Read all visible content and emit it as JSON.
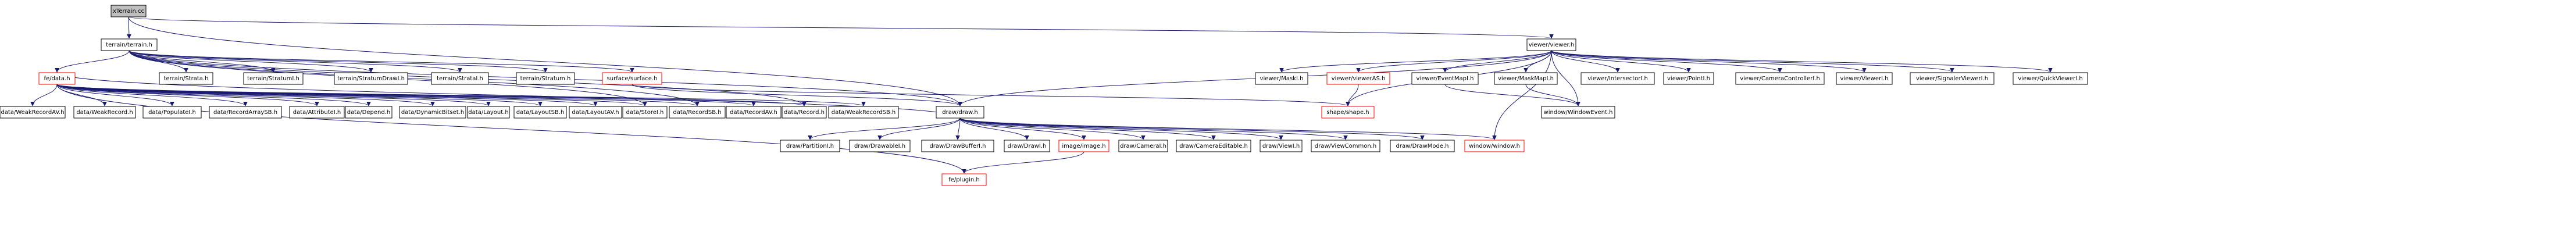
{
  "graph": {
    "type": "include-dependency-graph",
    "colors": {
      "edge": "#191970",
      "current_fill": "#bfbfbf",
      "node_fill": "#ffffff",
      "node_border": "#000000",
      "truncated_border": "#ff0000"
    },
    "nodes": [
      {
        "id": "xTerrain",
        "label": "xTerrain.cc",
        "current": true
      },
      {
        "id": "terrain_h",
        "label": "terrain/terrain.h"
      },
      {
        "id": "viewer_h",
        "label": "viewer/viewer.h"
      },
      {
        "id": "fe_data_h",
        "label": "fe/data.h",
        "truncated": true
      },
      {
        "id": "tStrata",
        "label": "terrain/Strata.h"
      },
      {
        "id": "tStratumI",
        "label": "terrain/StratumI.h"
      },
      {
        "id": "tStratumDrawI",
        "label": "terrain/StratumDrawI.h"
      },
      {
        "id": "tStrataI",
        "label": "terrain/StrataI.h"
      },
      {
        "id": "tStratum",
        "label": "terrain/Stratum.h"
      },
      {
        "id": "surface_h",
        "label": "surface/surface.h",
        "truncated": true
      },
      {
        "id": "vMaskI",
        "label": "viewer/MaskI.h"
      },
      {
        "id": "vViewerAS",
        "label": "viewer/viewerAS.h",
        "truncated": true
      },
      {
        "id": "vEventMapI",
        "label": "viewer/EventMapI.h"
      },
      {
        "id": "vMaskMapI",
        "label": "viewer/MaskMapI.h"
      },
      {
        "id": "vIntersectorI",
        "label": "viewer/IntersectorI.h"
      },
      {
        "id": "vPointI",
        "label": "viewer/PointI.h"
      },
      {
        "id": "vCameraControllerI",
        "label": "viewer/CameraControllerI.h"
      },
      {
        "id": "vViewerI",
        "label": "viewer/ViewerI.h"
      },
      {
        "id": "vSignalerViewerI",
        "label": "viewer/SignalerViewerI.h"
      },
      {
        "id": "vQuickViewerI",
        "label": "viewer/QuickViewerI.h"
      },
      {
        "id": "dWeakRecordAV",
        "label": "data/WeakRecordAV.h"
      },
      {
        "id": "dWeakRecord",
        "label": "data/WeakRecord.h"
      },
      {
        "id": "dPopulateI",
        "label": "data/PopulateI.h"
      },
      {
        "id": "dRecordArraySB",
        "label": "data/RecordArraySB.h"
      },
      {
        "id": "dAttributeI",
        "label": "data/AttributeI.h"
      },
      {
        "id": "dDepend",
        "label": "data/Depend.h"
      },
      {
        "id": "dDynamicBitset",
        "label": "data/DynamicBitset.h"
      },
      {
        "id": "dLayout",
        "label": "data/Layout.h"
      },
      {
        "id": "dLayoutSB",
        "label": "data/LayoutSB.h"
      },
      {
        "id": "dLayoutAV",
        "label": "data/LayoutAV.h"
      },
      {
        "id": "dStoreI",
        "label": "data/StoreI.h"
      },
      {
        "id": "dRecordSB",
        "label": "data/RecordSB.h"
      },
      {
        "id": "dRecordAV",
        "label": "data/RecordAV.h"
      },
      {
        "id": "dRecord",
        "label": "data/Record.h"
      },
      {
        "id": "dWeakRecordSB",
        "label": "data/WeakRecordSB.h"
      },
      {
        "id": "draw_h",
        "label": "draw/draw.h"
      },
      {
        "id": "shape_h",
        "label": "shape/shape.h",
        "truncated": true
      },
      {
        "id": "wWindowEvent",
        "label": "window/WindowEvent.h"
      },
      {
        "id": "window_h",
        "label": "window/window.h",
        "truncated": true
      },
      {
        "id": "drPartitionI",
        "label": "draw/PartitionI.h"
      },
      {
        "id": "drDrawableI",
        "label": "draw/DrawableI.h"
      },
      {
        "id": "drDrawBufferI",
        "label": "draw/DrawBufferI.h"
      },
      {
        "id": "drDrawI",
        "label": "draw/DrawI.h"
      },
      {
        "id": "image_h",
        "label": "image/image.h",
        "truncated": true
      },
      {
        "id": "drCameraI",
        "label": "draw/CameraI.h"
      },
      {
        "id": "drCameraEditable",
        "label": "draw/CameraEditable.h"
      },
      {
        "id": "drViewI",
        "label": "draw/ViewI.h"
      },
      {
        "id": "drViewCommon",
        "label": "draw/ViewCommon.h"
      },
      {
        "id": "drDrawMode",
        "label": "draw/DrawMode.h"
      },
      {
        "id": "fe_plugin_h",
        "label": "fe/plugin.h",
        "truncated": true
      }
    ],
    "edges": [
      [
        "xTerrain",
        "terrain_h"
      ],
      [
        "xTerrain",
        "viewer_h"
      ],
      [
        "xTerrain",
        "draw_h"
      ],
      [
        "terrain_h",
        "fe_data_h"
      ],
      [
        "terrain_h",
        "tStrata"
      ],
      [
        "terrain_h",
        "tStratumI"
      ],
      [
        "terrain_h",
        "tStratumDrawI"
      ],
      [
        "terrain_h",
        "tStrataI"
      ],
      [
        "terrain_h",
        "tStratum"
      ],
      [
        "terrain_h",
        "surface_h"
      ],
      [
        "terrain_h",
        "dStoreI"
      ],
      [
        "terrain_h",
        "dRecordSB"
      ],
      [
        "terrain_h",
        "dRecord"
      ],
      [
        "terrain_h",
        "draw_h"
      ],
      [
        "viewer_h",
        "vMaskI"
      ],
      [
        "viewer_h",
        "vViewerAS"
      ],
      [
        "viewer_h",
        "vEventMapI"
      ],
      [
        "viewer_h",
        "vMaskMapI"
      ],
      [
        "viewer_h",
        "vIntersectorI"
      ],
      [
        "viewer_h",
        "vPointI"
      ],
      [
        "viewer_h",
        "vCameraControllerI"
      ],
      [
        "viewer_h",
        "vViewerI"
      ],
      [
        "viewer_h",
        "vSignalerViewerI"
      ],
      [
        "viewer_h",
        "vQuickViewerI"
      ],
      [
        "viewer_h",
        "draw_h"
      ],
      [
        "viewer_h",
        "shape_h"
      ],
      [
        "viewer_h",
        "wWindowEvent"
      ],
      [
        "viewer_h",
        "window_h"
      ],
      [
        "fe_data_h",
        "dWeakRecordAV"
      ],
      [
        "fe_data_h",
        "dWeakRecord"
      ],
      [
        "fe_data_h",
        "dPopulateI"
      ],
      [
        "fe_data_h",
        "dRecordArraySB"
      ],
      [
        "fe_data_h",
        "dAttributeI"
      ],
      [
        "fe_data_h",
        "dDepend"
      ],
      [
        "fe_data_h",
        "dDynamicBitset"
      ],
      [
        "fe_data_h",
        "dLayout"
      ],
      [
        "fe_data_h",
        "dLayoutSB"
      ],
      [
        "fe_data_h",
        "dLayoutAV"
      ],
      [
        "fe_data_h",
        "dStoreI"
      ],
      [
        "fe_data_h",
        "dRecordSB"
      ],
      [
        "fe_data_h",
        "dRecordAV"
      ],
      [
        "fe_data_h",
        "dRecord"
      ],
      [
        "fe_data_h",
        "dWeakRecordSB"
      ],
      [
        "fe_data_h",
        "fe_plugin_h"
      ],
      [
        "surface_h",
        "draw_h"
      ],
      [
        "surface_h",
        "shape_h"
      ],
      [
        "vViewerAS",
        "shape_h"
      ],
      [
        "vEventMapI",
        "wWindowEvent"
      ],
      [
        "vMaskMapI",
        "wWindowEvent"
      ],
      [
        "draw_h",
        "fe_data_h"
      ],
      [
        "draw_h",
        "drPartitionI"
      ],
      [
        "draw_h",
        "drDrawableI"
      ],
      [
        "draw_h",
        "drDrawBufferI"
      ],
      [
        "draw_h",
        "drDrawI"
      ],
      [
        "draw_h",
        "image_h"
      ],
      [
        "draw_h",
        "drCameraI"
      ],
      [
        "draw_h",
        "drCameraEditable"
      ],
      [
        "draw_h",
        "drViewI"
      ],
      [
        "draw_h",
        "drViewCommon"
      ],
      [
        "draw_h",
        "drDrawMode"
      ],
      [
        "draw_h",
        "window_h"
      ],
      [
        "image_h",
        "fe_plugin_h"
      ]
    ]
  }
}
